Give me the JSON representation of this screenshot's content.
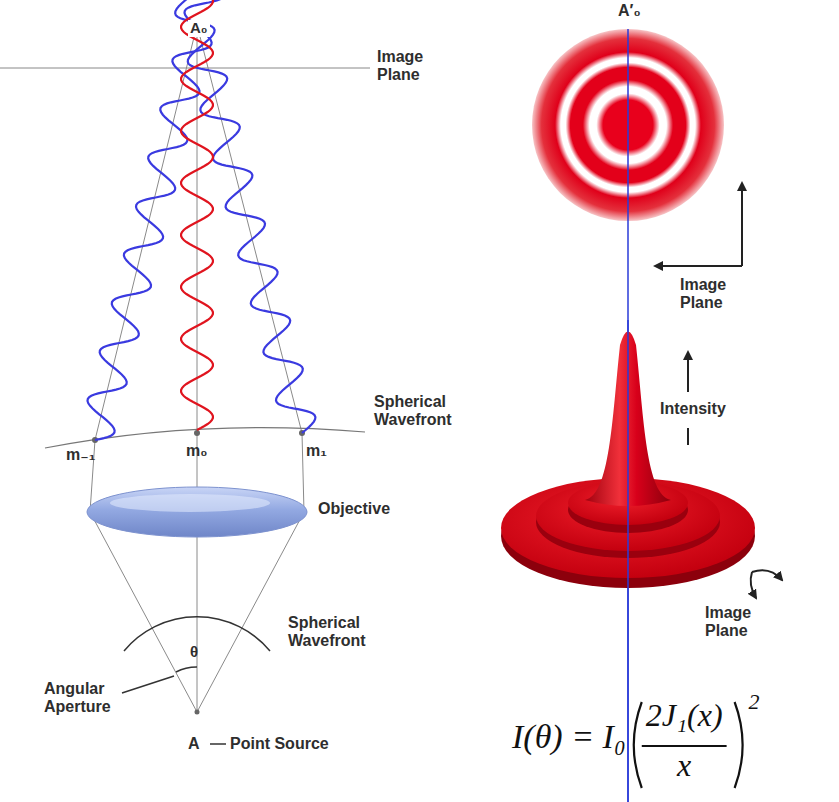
{
  "diagram": {
    "labels": [
      "A₀",
      "Image Plane",
      "Spherical Wavefront",
      "m₋₁",
      "m₀",
      "m₁",
      "Objective",
      "Spherical Wavefront",
      "θ",
      "Angular Aperture",
      "A",
      "Point Source",
      "A′₀",
      "Image Plane",
      "Intensity",
      "Image Plane",
      "I(θ) = I₀",
      "2J₁(x)",
      "x",
      "2"
    ]
  }
}
